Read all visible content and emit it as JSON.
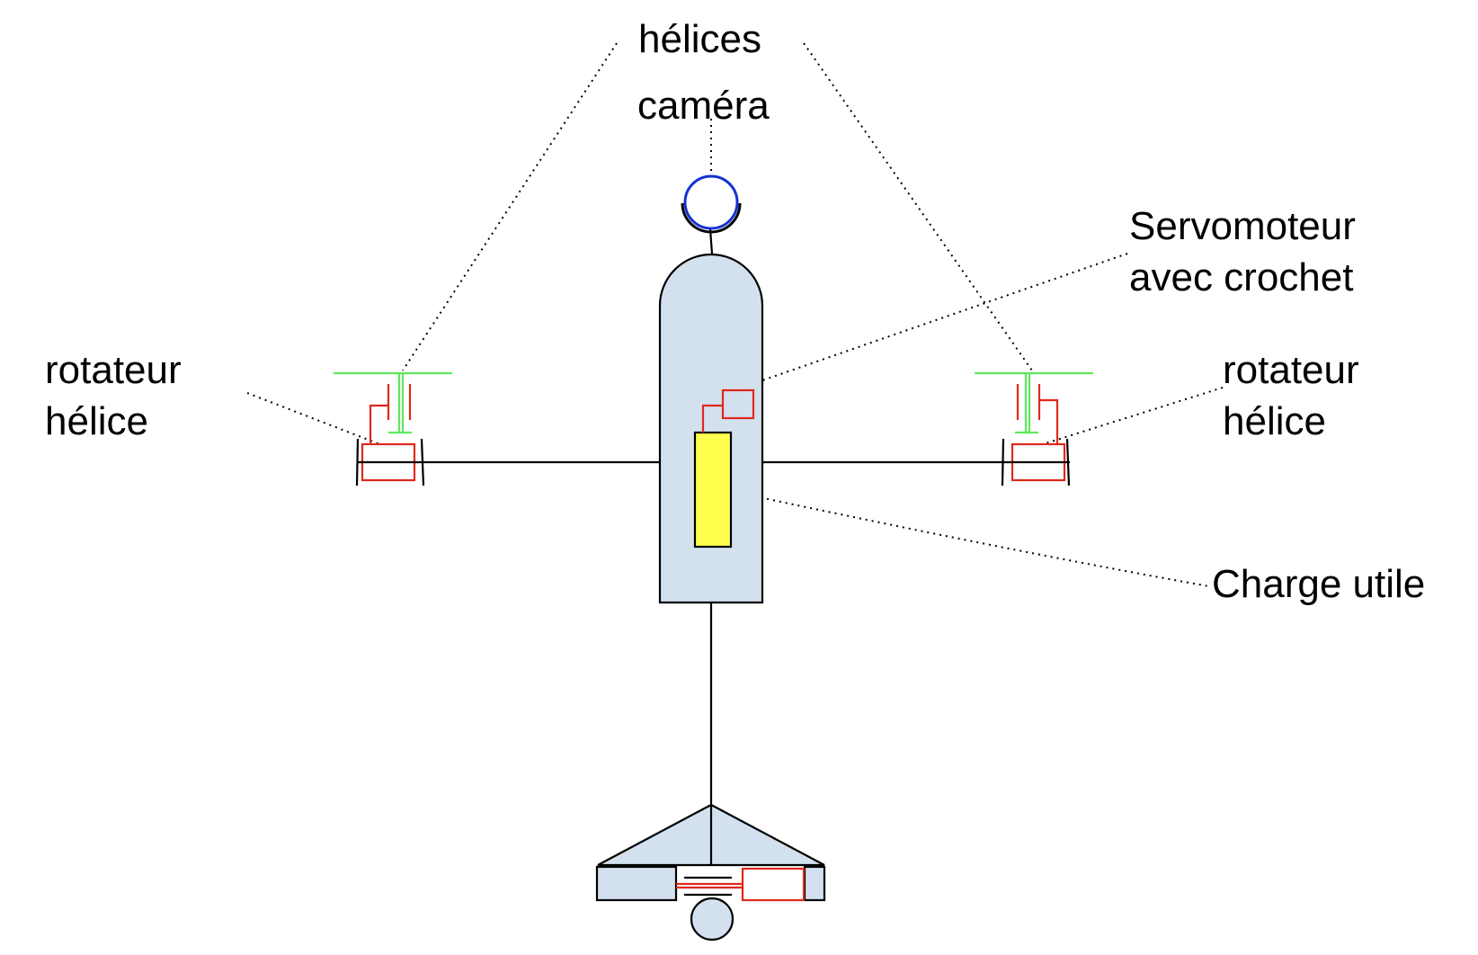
{
  "labels": {
    "helices": "hélices",
    "camera": "caméra",
    "servo_line1": "Servomoteur",
    "servo_line2": "avec crochet",
    "rotator_left_line1": "rotateur",
    "rotator_left_line2": "hélice",
    "rotator_right_line1": "rotateur",
    "rotator_right_line2": "hélice",
    "payload": "Charge utile"
  },
  "colors": {
    "body_fill": "#d3e1ef",
    "payload_fill": "#ffff4d",
    "propeller_green": "#5ee85e",
    "motor_red": "#e0281c",
    "camera_blue": "#1432d2",
    "outline_black": "#000000"
  }
}
